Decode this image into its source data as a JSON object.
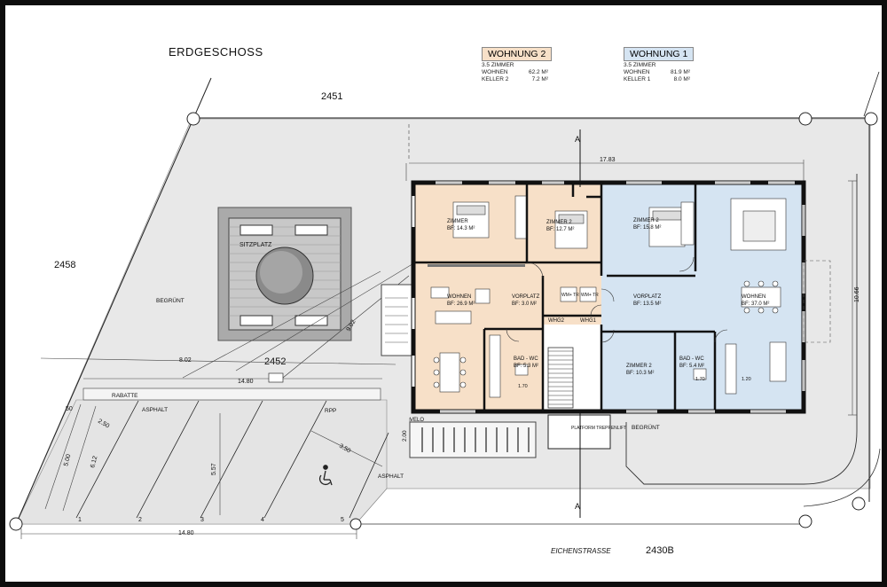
{
  "title": "ERDGESCHOSS",
  "colors": {
    "wohnung2": "#f7e0c8",
    "wohnung1": "#d5e4f2",
    "site": "#e8e8e8",
    "wall": "#111111",
    "dims": "#444444"
  },
  "legend": [
    {
      "name": "WOHNUNG 2",
      "type": "3.5 ZIMMER",
      "rows": [
        {
          "k": "WOHNEN",
          "v": "62.2 M²"
        },
        {
          "k": "KELLER 2",
          "v": "7.2 M²"
        }
      ]
    },
    {
      "name": "WOHNUNG 1",
      "type": "3.5 ZIMMER",
      "rows": [
        {
          "k": "WOHNEN",
          "v": "81.9 M²"
        },
        {
          "k": "KELLER 1",
          "v": "8.0 M²"
        }
      ]
    }
  ],
  "parcels": {
    "p2451": "2451",
    "p2458": "2458",
    "p2452": "2452",
    "p2430b": "2430B"
  },
  "street": "EICHENSTRASSE",
  "section_marker": "A",
  "site": {
    "sitzplatz": "SITZPLATZ",
    "begruent_left": "BEGRÜNT",
    "begruent_right": "BEGRÜNT",
    "rabatte": "RABATTE",
    "asphalt_top": "ASPHALT",
    "asphalt_bottom": "ASPHALT",
    "rpp": "RPP",
    "velo": "VELO",
    "platform": "PLATFORM TREPPENLIFT"
  },
  "rooms": [
    {
      "id": "zimmer-w2",
      "name": "ZIMMER",
      "area": "BF: 14.3 M²"
    },
    {
      "id": "zimmer2-w2",
      "name": "ZIMMER 2",
      "area": "BF: 12.7 M²"
    },
    {
      "id": "wohnen-w2",
      "name": "WOHNEN",
      "area": "BF: 26.9 M²"
    },
    {
      "id": "vorplatz-w2",
      "name": "VORPLATZ",
      "area": "BF: 3.0 M²"
    },
    {
      "id": "bad-w2",
      "name": "BAD - WC",
      "area": "BF: 5.3 M²"
    },
    {
      "id": "zimmer2-w1",
      "name": "ZIMMER 2",
      "area": "BF: 15.8 M²"
    },
    {
      "id": "vorplatz-w1",
      "name": "VORPLATZ",
      "area": "BF: 13.5 M²"
    },
    {
      "id": "wohnen-w1",
      "name": "WOHNEN",
      "area": "BF: 37.0 M²"
    },
    {
      "id": "zimmer2b-w1",
      "name": "ZIMMER 2",
      "area": "BF: 10.3 M²"
    },
    {
      "id": "bad-w1",
      "name": "BAD - WC",
      "area": "BF: 5.4 M²"
    }
  ],
  "tags": {
    "wm_tr": "WM+ TR",
    "whg2": "WHG2",
    "whg1": "WHG1"
  },
  "dimensions": {
    "width_top": "17.83",
    "height_right": "10.66",
    "d_14_80_top": "14.80",
    "d_14_80_bottom": "14.80",
    "d_8_02": "8.02",
    "d_9_02": "9.02",
    "d_5_57": "5.57",
    "d_5_00": "5.00",
    "d_6_12": "6.12",
    "d_2_50": "2.50",
    "d_3_50": "3.50",
    "d_50": "50",
    "d_2_00": "2.00",
    "d_1_70a": "1.70",
    "d_1_70b": "1.70",
    "d_1_20": "1.20"
  },
  "parking_numbers": [
    "1",
    "2",
    "3",
    "4",
    "5"
  ]
}
